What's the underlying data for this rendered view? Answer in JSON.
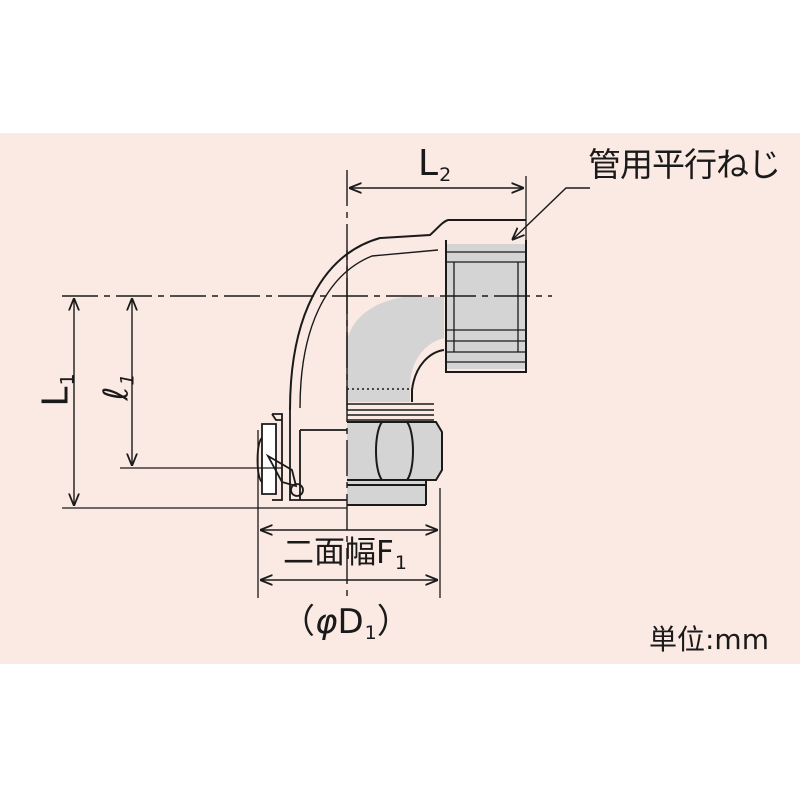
{
  "labels": {
    "thread": "管用平行ねじ",
    "l2_main": "L",
    "l2_sub": "2",
    "l1_main": "L",
    "l1_sub": "1",
    "ell_main": "ℓ",
    "ell_sub": "1",
    "width_across_main": "二面幅F",
    "width_across_sub": "1",
    "d1_open": "（",
    "d1_phi": "φ",
    "d1_main": "D",
    "d1_sub": "1",
    "d1_close": "）",
    "unit": "単位:mm"
  },
  "colors": {
    "background_panel": "#fbe9e3",
    "section_fill": "#d4d4d4",
    "line": "#1a1a1a"
  }
}
